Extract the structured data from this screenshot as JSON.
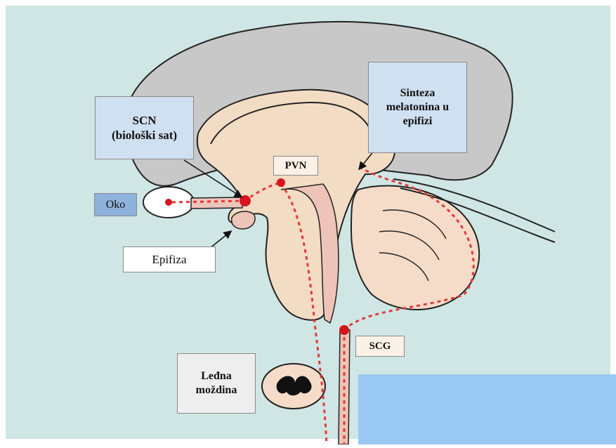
{
  "labels": {
    "scn": "SCN\n(biološki sat)",
    "synthesis": "Sinteza\nmelatonina u\nepifizi",
    "pvn": "PVN",
    "oko": "Oko",
    "epifiza": "Epifiza",
    "scg": "SCG",
    "ledna": "Leđna\nmoždina"
  },
  "colors": {
    "background": "#cfe6e4",
    "cortex": "#c8c8c8",
    "brain_tissue": "#f2dcc4",
    "pathway_tissue": "#eec4b8",
    "cerebellum": "#f5dcc8",
    "pathway_dots": "#e23a3a",
    "nucleus": "#d8141e",
    "label_blue": "#cfe0f0",
    "label_dark_blue": "#8fb2dc",
    "label_cream": "#fbf1e6",
    "label_gray": "#eeeeee",
    "corner_block": "#99c8f4"
  }
}
